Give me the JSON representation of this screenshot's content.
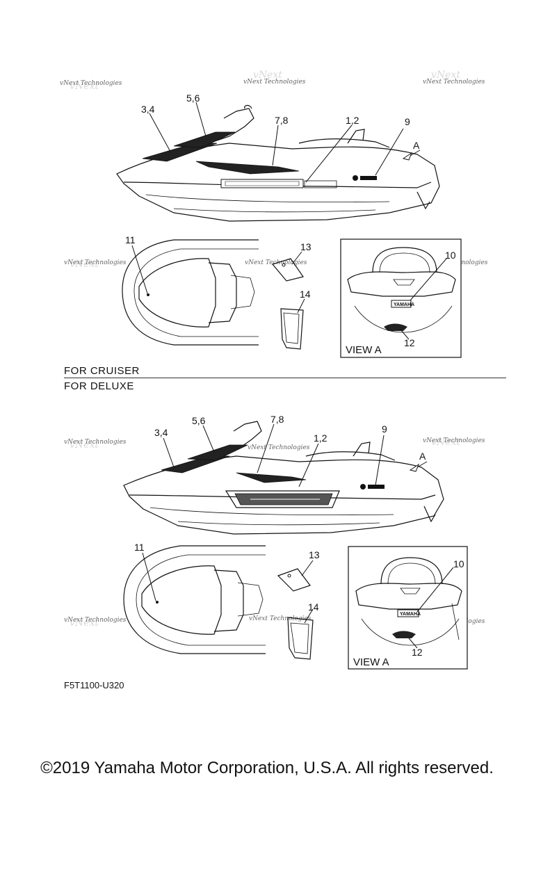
{
  "watermark": {
    "line1": "vNext Technologies",
    "ghost": "vNext"
  },
  "cruiser": {
    "callouts": {
      "c34": "3,4",
      "c56": "5,6",
      "c78": "7,8",
      "c12": "1,2",
      "c9": "9",
      "arrow": "A",
      "c11": "11",
      "c13": "13",
      "c14": "14",
      "c10": "10",
      "c12b": "12"
    },
    "view_label": "VIEW A",
    "stamp": "YAMAHA",
    "label": "FOR CRUISER"
  },
  "deluxe": {
    "label": "FOR DELUXE",
    "callouts": {
      "c34": "3,4",
      "c56": "5,6",
      "c78": "7,8",
      "c12": "1,2",
      "c9": "9",
      "arrow": "A",
      "c11": "11",
      "c13": "13",
      "c14": "14",
      "c10": "10",
      "c12b": "12"
    },
    "view_label": "VIEW A",
    "stamp": "YAMAHA"
  },
  "part_code": "F5T1100-U320",
  "copyright": "©2019 Yamaha Motor Corporation, U.S.A. All rights reserved."
}
